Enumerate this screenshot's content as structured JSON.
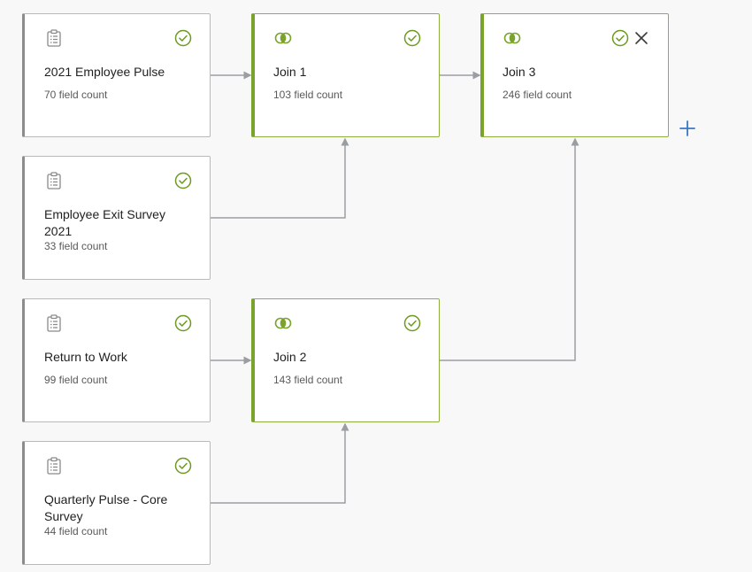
{
  "nodes": [
    {
      "id": "n1",
      "type": "source",
      "title": "2021 Employee Pulse",
      "count": "70 field count"
    },
    {
      "id": "n2",
      "type": "source",
      "title": "Employee Exit Survey 2021",
      "count": "33 field count"
    },
    {
      "id": "n3",
      "type": "source",
      "title": "Return to Work",
      "count": "99 field count"
    },
    {
      "id": "n4",
      "type": "source",
      "title": "Quarterly Pulse - Core Survey",
      "count": "44 field count"
    },
    {
      "id": "j1",
      "type": "join",
      "title": "Join 1",
      "count": "103 field count"
    },
    {
      "id": "j2",
      "type": "join",
      "title": "Join 2",
      "count": "143 field count"
    },
    {
      "id": "j3",
      "type": "join",
      "title": "Join 3",
      "count": "246 field count"
    }
  ],
  "icons": {
    "source": "clipboard-icon",
    "join": "join-venn-icon",
    "status": "check-circle-icon",
    "remove": "close-icon",
    "add": "plus-icon"
  },
  "colors": {
    "canvas_bg": "#f8f8f8",
    "join_accent": "#7aa32c",
    "source_accent": "#8c8c8c",
    "check": "#6c9a1e",
    "connector": "#9a9ea3",
    "add": "#3a78c2"
  }
}
